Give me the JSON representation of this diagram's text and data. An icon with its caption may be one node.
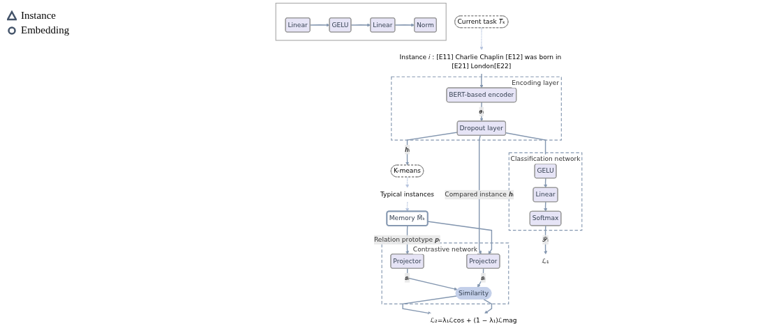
{
  "diagram": {
    "nodes": [
      {
        "text": [
          "Current task 𝑇ₖ"
        ]
      },
      {
        "text": [
          "Instance 𝑖 : [E11] Charlie Chaplin [E12] was born in [E21] London[E22]"
        ]
      },
      {
        "text": [
          "Encoding layer"
        ]
      },
      {
        "text": [
          "BERT-based encoder"
        ],
        "in": 2
      },
      {
        "text": [
          "Dropout layer"
        ],
        "in": 2
      },
      {
        "text": [
          "Classification network"
        ]
      },
      {
        "text": [
          "GELU"
        ],
        "in": 5
      },
      {
        "text": [
          "Linear"
        ],
        "in": 5
      },
      {
        "text": [
          "Softmax"
        ],
        "in": 5
      },
      {
        "text": [
          "ℒ₁"
        ]
      },
      {
        "text": [
          "K-means"
        ]
      },
      {
        "text": [
          "Typical instances"
        ]
      },
      {
        "text": [
          "Memory M̃ₖ"
        ]
      },
      {
        "text": [
          "Contrastive network"
        ]
      },
      {
        "text": [
          "Projector"
        ],
        "in": 13
      },
      {
        "text": [
          "Projector"
        ],
        "in": 13
      },
      {
        "text": [
          "Similarity"
        ],
        "in": 13
      },
      {
        "text": [
          "ℒ₂=λ₁ℒcos + (1 − λ₁)ℒmag"
        ]
      },
      {
        "text": [],
        "shape": "box"
      },
      {
        "text": [
          "Linear"
        ],
        "in": 18
      },
      {
        "text": [
          "GELU"
        ],
        "in": 18
      },
      {
        "text": [
          "Linear"
        ],
        "in": 18
      },
      {
        "text": [
          "Norm"
        ],
        "in": 18
      }
    ],
    "edges": [
      {
        "from": 0,
        "to": 1,
        "arrow": "to",
        "style": "dashed",
        "color": "#b4c3de"
      },
      {
        "from": 1,
        "to": 3,
        "arrow": "to"
      },
      {
        "from": 3,
        "to": 4,
        "arrow": "to",
        "label": "𝒆ᵢ"
      },
      {
        "from": 4,
        "to": 10,
        "arrow": "to",
        "label": "𝒉ᵢ"
      },
      {
        "from": 4,
        "to": 6,
        "arrow": "to"
      },
      {
        "from": 4,
        "to": 15,
        "arrow": "to",
        "label": "Compared instance 𝒉ᵢ"
      },
      {
        "from": 6,
        "to": 7,
        "arrow": "to"
      },
      {
        "from": 7,
        "to": 8,
        "arrow": "to"
      },
      {
        "from": 8,
        "to": 9,
        "arrow": "to",
        "label": "𝒫ᵢ"
      },
      {
        "from": 10,
        "to": 11,
        "arrow": "to",
        "style": "dashed",
        "color": "#b4c3de"
      },
      {
        "from": 11,
        "to": 12,
        "arrow": "to",
        "style": "dashed",
        "color": "#b4c3de"
      },
      {
        "from": 12,
        "to": 14,
        "arrow": "to",
        "label": "Relation prototype 𝒑ᵣ"
      },
      {
        "from": 12,
        "to": 15,
        "arrow": "to"
      },
      {
        "from": 14,
        "to": 16,
        "arrow": "to",
        "label": "𝒔ᵣ"
      },
      {
        "from": 15,
        "to": 16,
        "arrow": "to",
        "label": "𝒔ᵢ"
      },
      {
        "from": 16,
        "to": 17,
        "arrow": "to"
      },
      {
        "from": 16,
        "to": 17,
        "arrow": "to"
      },
      {
        "from": 19,
        "to": 20,
        "arrow": "to"
      },
      {
        "from": 20,
        "to": 21,
        "arrow": "to"
      },
      {
        "from": 21,
        "to": 22,
        "arrow": "to"
      }
    ],
    "legend": [
      {
        "text": "Instance"
      },
      {
        "text": "Embedding"
      }
    ]
  }
}
